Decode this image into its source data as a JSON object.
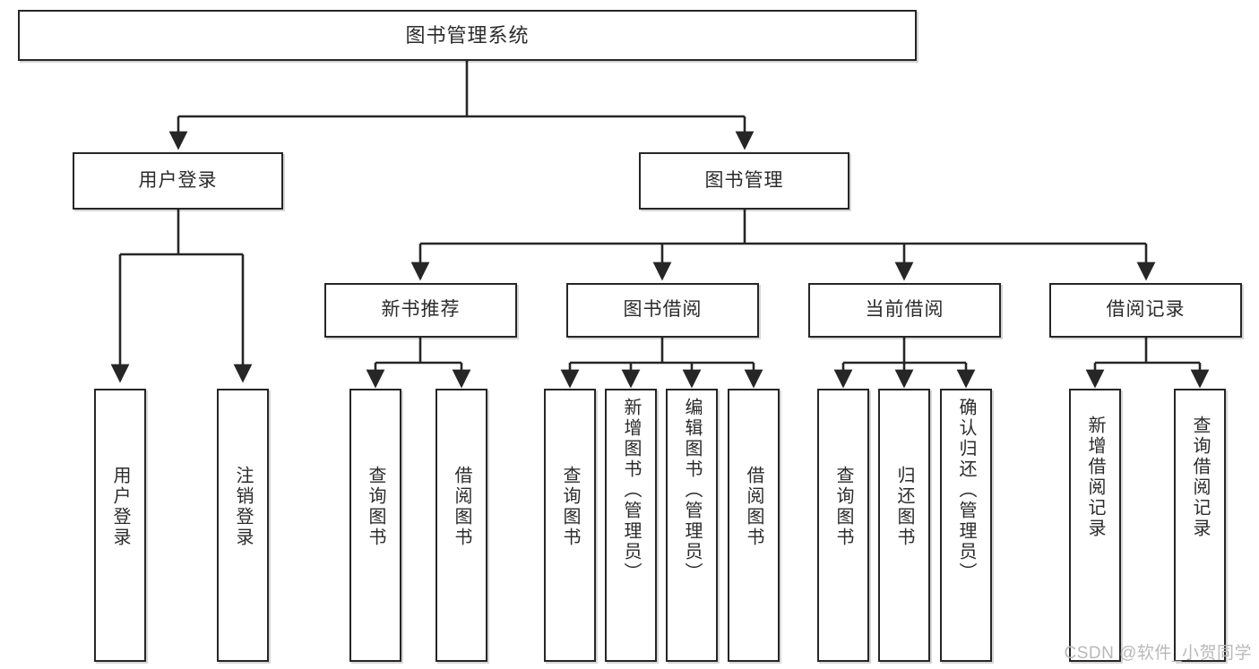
{
  "diagram": {
    "type": "tree-hierarchy",
    "title": "图书管理系统",
    "edge_style": "orthogonal-arrow",
    "colors": {
      "box_border": "#262626",
      "box_fill": "#ffffff",
      "text": "#2b2b2b",
      "connector": "#262626",
      "watermark": "#b9b9b9",
      "background": "#ffffff"
    },
    "nodes": {
      "root": {
        "label": "图书管理系统"
      },
      "level2": [
        {
          "label": "用户登录"
        },
        {
          "label": "图书管理"
        }
      ],
      "level3": [
        {
          "label": "新书推荐"
        },
        {
          "label": "图书借阅"
        },
        {
          "label": "当前借阅"
        },
        {
          "label": "借阅记录"
        }
      ],
      "leaves": {
        "user_login": [
          {
            "label": "用户登录"
          },
          {
            "label": "注销登录"
          }
        ],
        "new_book_recommend": [
          {
            "label": "查询图书"
          },
          {
            "label": "借阅图书"
          }
        ],
        "book_borrow": [
          {
            "label": "查询图书"
          },
          {
            "label": "新增图书（管理员）"
          },
          {
            "label": "编辑图书（管理员）"
          },
          {
            "label": "借阅图书"
          }
        ],
        "current_borrow": [
          {
            "label": "查询图书"
          },
          {
            "label": "归还图书"
          },
          {
            "label": "确认归还（管理员）"
          }
        ],
        "borrow_record": [
          {
            "label": "新增借阅记录"
          },
          {
            "label": "查询借阅记录"
          }
        ]
      }
    }
  },
  "watermark": {
    "text": "CSDN @软件_小贺同学"
  }
}
